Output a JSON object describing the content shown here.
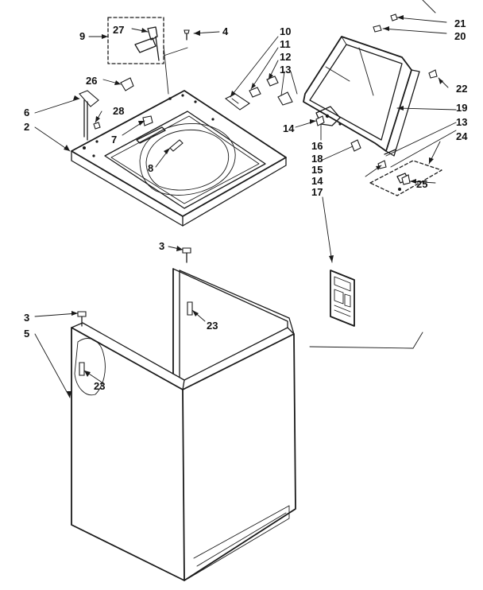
{
  "labels": {
    "p2": "2",
    "p3a": "3",
    "p3b": "3",
    "p4": "4",
    "p5": "5",
    "p6": "6",
    "p7": "7",
    "p8": "8",
    "p9": "9",
    "p10": "10",
    "p11": "11",
    "p12": "12",
    "p13a": "13",
    "p13b": "13",
    "p14a": "14",
    "p14b": "14",
    "p15": "15",
    "p16": "16",
    "p17": "17",
    "p18": "18",
    "p19": "19",
    "p20": "20",
    "p21": "21",
    "p22": "22",
    "p23a": "23",
    "p23b": "23",
    "p24": "24",
    "p25": "25",
    "p26": "26",
    "p27": "27",
    "p28": "28"
  }
}
